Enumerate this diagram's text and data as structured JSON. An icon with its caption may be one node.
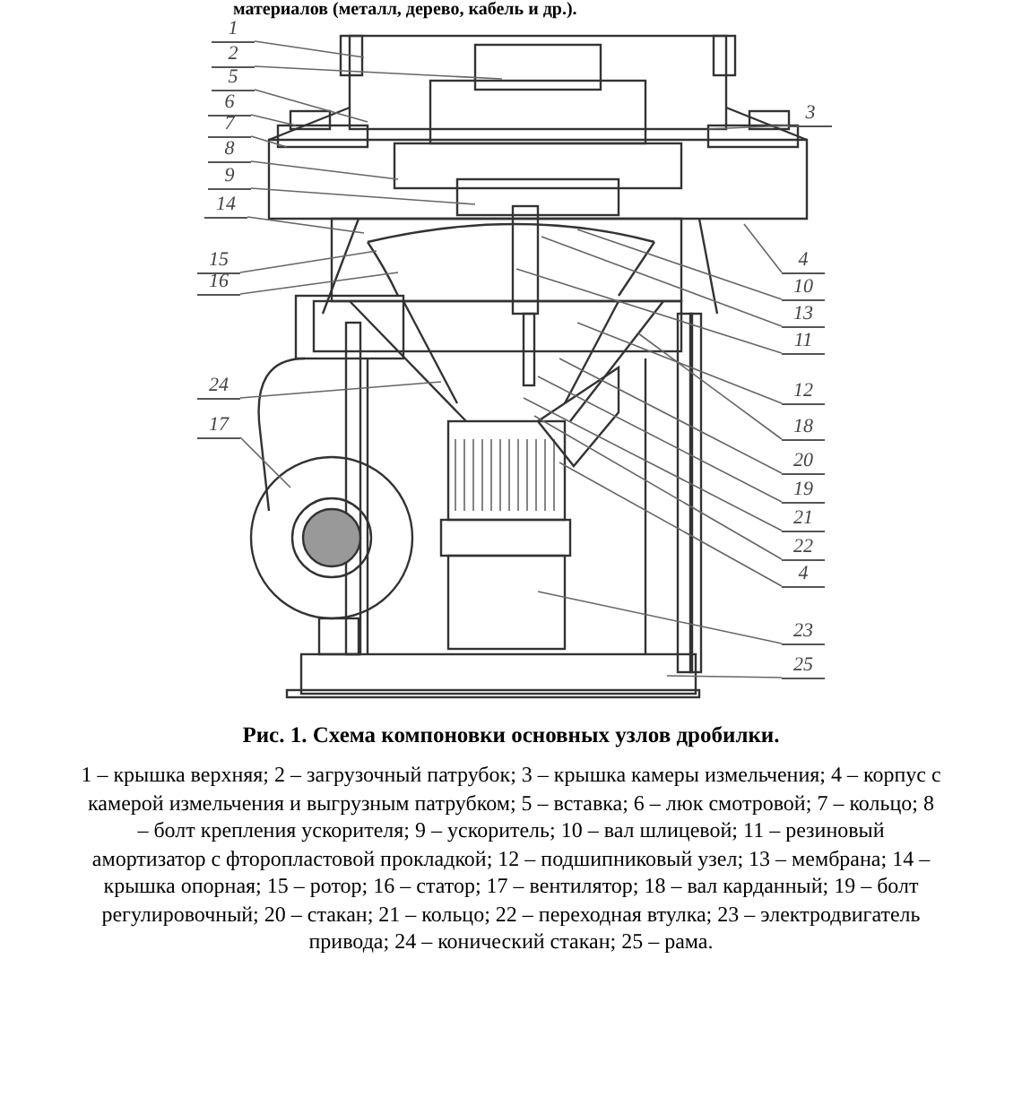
{
  "diagram": {
    "caption": "Рис. 1. Схема компоновки основных узлов дробилки.",
    "nodes": [
      {
        "text": [
          "1"
        ]
      },
      {
        "text": [
          "2"
        ]
      },
      {
        "text": [
          "5"
        ]
      },
      {
        "text": [
          "6"
        ]
      },
      {
        "text": [
          "7"
        ]
      },
      {
        "text": [
          "3"
        ]
      },
      {
        "text": [
          "8"
        ]
      },
      {
        "text": [
          "9"
        ]
      },
      {
        "text": [
          "14"
        ]
      },
      {
        "text": [
          "4"
        ]
      },
      {
        "text": [
          "15"
        ]
      },
      {
        "text": [
          "10"
        ]
      },
      {
        "text": [
          "16"
        ]
      },
      {
        "text": [
          "13"
        ]
      },
      {
        "text": [
          "11"
        ]
      },
      {
        "text": [
          "24"
        ]
      },
      {
        "text": [
          "12"
        ]
      },
      {
        "text": [
          "17"
        ]
      },
      {
        "text": [
          "18"
        ]
      },
      {
        "text": [
          "20"
        ]
      },
      {
        "text": [
          "19"
        ]
      },
      {
        "text": [
          "21"
        ]
      },
      {
        "text": [
          "22"
        ]
      },
      {
        "text": [
          "4"
        ]
      },
      {
        "text": [
          "23"
        ]
      },
      {
        "text": [
          "25"
        ]
      }
    ],
    "edges": [
      {
        "from": 0,
        "to": null,
        "arrow": "none"
      },
      {
        "from": 1,
        "to": null,
        "arrow": "none"
      },
      {
        "from": 2,
        "to": null,
        "arrow": "none"
      },
      {
        "from": 3,
        "to": null,
        "arrow": "none"
      },
      {
        "from": 4,
        "to": null,
        "arrow": "none"
      },
      {
        "from": 5,
        "to": null,
        "arrow": "none"
      },
      {
        "from": 6,
        "to": null,
        "arrow": "none"
      },
      {
        "from": 7,
        "to": null,
        "arrow": "none"
      },
      {
        "from": 8,
        "to": null,
        "arrow": "none"
      },
      {
        "from": 9,
        "to": null,
        "arrow": "none"
      },
      {
        "from": 10,
        "to": null,
        "arrow": "none"
      },
      {
        "from": 11,
        "to": null,
        "arrow": "none"
      },
      {
        "from": 12,
        "to": null,
        "arrow": "none"
      },
      {
        "from": 13,
        "to": null,
        "arrow": "none"
      },
      {
        "from": 14,
        "to": null,
        "arrow": "none"
      },
      {
        "from": 15,
        "to": null,
        "arrow": "none"
      },
      {
        "from": 16,
        "to": null,
        "arrow": "none"
      },
      {
        "from": 17,
        "to": null,
        "arrow": "none"
      },
      {
        "from": 18,
        "to": null,
        "arrow": "none"
      },
      {
        "from": 19,
        "to": null,
        "arrow": "none"
      },
      {
        "from": 20,
        "to": null,
        "arrow": "none"
      },
      {
        "from": 21,
        "to": null,
        "arrow": "none"
      },
      {
        "from": 22,
        "to": null,
        "arrow": "none"
      },
      {
        "from": 23,
        "to": null,
        "arrow": "none"
      },
      {
        "from": 24,
        "to": null,
        "arrow": "none"
      },
      {
        "from": 25,
        "to": null,
        "arrow": "none"
      }
    ],
    "labels": [
      "материалов (металл, дерево, кабель и др.).",
      "1 – крышка верхняя; 2 – загрузочный патрубок; 3 – крышка камеры измельчения; 4 – корпус с камерой измельчения и выгрузным патрубком; 5 – вставка; 6 – люк смотровой; 7 – кольцо; 8 – болт крепления ускорителя; 9 – ускоритель; 10 – вал шлицевой; 11 – резиновый амортизатор с фторопластовой прокладкой; 12 – подшипниковый узел; 13 – мембрана; 14 – крышка опорная; 15 – ротор; 16 – статор; 17 – вентилятор; 18 – вал карданный; 19 – болт регулировочный; 20 – стакан; 21 – кольцо; 22 – переходная втулка; 23 – электродвигатель привода; 24 – конический стакан; 25 – рама."
    ]
  }
}
